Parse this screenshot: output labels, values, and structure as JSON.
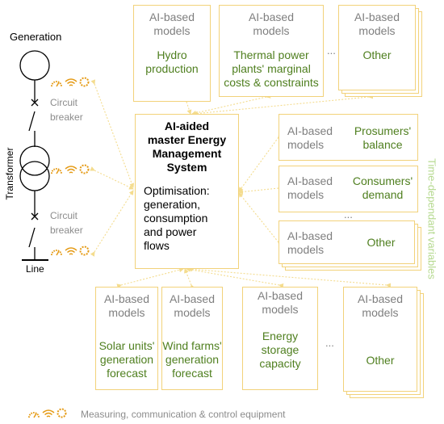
{
  "colors": {
    "box_border": "#f2d27a",
    "arrow": "#f4dc8e",
    "gray_text": "#7f7f7f",
    "green_text": "#4f7f1f",
    "light_green_text": "#b5d98f",
    "icon_orange": "#e59b16"
  },
  "icons": [
    "gauge-icon",
    "wifi-icon",
    "control-icon"
  ],
  "grid": {
    "generation": "Generation",
    "circuit_breaker_1": [
      "Circuit",
      "breaker"
    ],
    "transformer": "Transformer",
    "circuit_breaker_2": [
      "Circuit",
      "breaker"
    ],
    "line": "Line"
  },
  "master": {
    "title": [
      "AI-aided",
      "master Energy",
      "Management",
      "System"
    ],
    "body": [
      "Optimisation:",
      "generation,",
      "consumption",
      "and power",
      "flows"
    ]
  },
  "top_models": [
    {
      "label": [
        "AI-based",
        "models"
      ],
      "text": [
        "Hydro",
        "production"
      ]
    },
    {
      "label": [
        "AI-based",
        "models"
      ],
      "text": [
        "Thermal power",
        "plants' marginal",
        "costs & constraints"
      ]
    },
    {
      "label": [
        "AI-based",
        "models"
      ],
      "text": [
        "Other"
      ]
    }
  ],
  "right_models": [
    {
      "label": [
        "AI-based",
        "models"
      ],
      "text": [
        "Prosumers'",
        "balance"
      ]
    },
    {
      "label": [
        "AI-based",
        "models"
      ],
      "text": [
        "Consumers'",
        "demand"
      ]
    },
    {
      "label": [
        "AI-based",
        "models"
      ],
      "text": [
        "Other"
      ]
    }
  ],
  "bottom_models": [
    {
      "label": [
        "AI-based",
        "models"
      ],
      "text": [
        "Solar units'",
        "generation",
        "forecast"
      ]
    },
    {
      "label": [
        "AI-based",
        "models"
      ],
      "text": [
        "Wind farms'",
        "generation",
        "forecast"
      ]
    },
    {
      "label": [
        "AI-based",
        "models"
      ],
      "text": [
        "Energy",
        "storage",
        "capacity"
      ]
    },
    {
      "label": [
        "AI-based",
        "models"
      ],
      "text": [
        "Other"
      ]
    }
  ],
  "ellipsis": "...",
  "time_dependent": "Time-dependant variables",
  "legend": "Measuring, communication & control equipment"
}
